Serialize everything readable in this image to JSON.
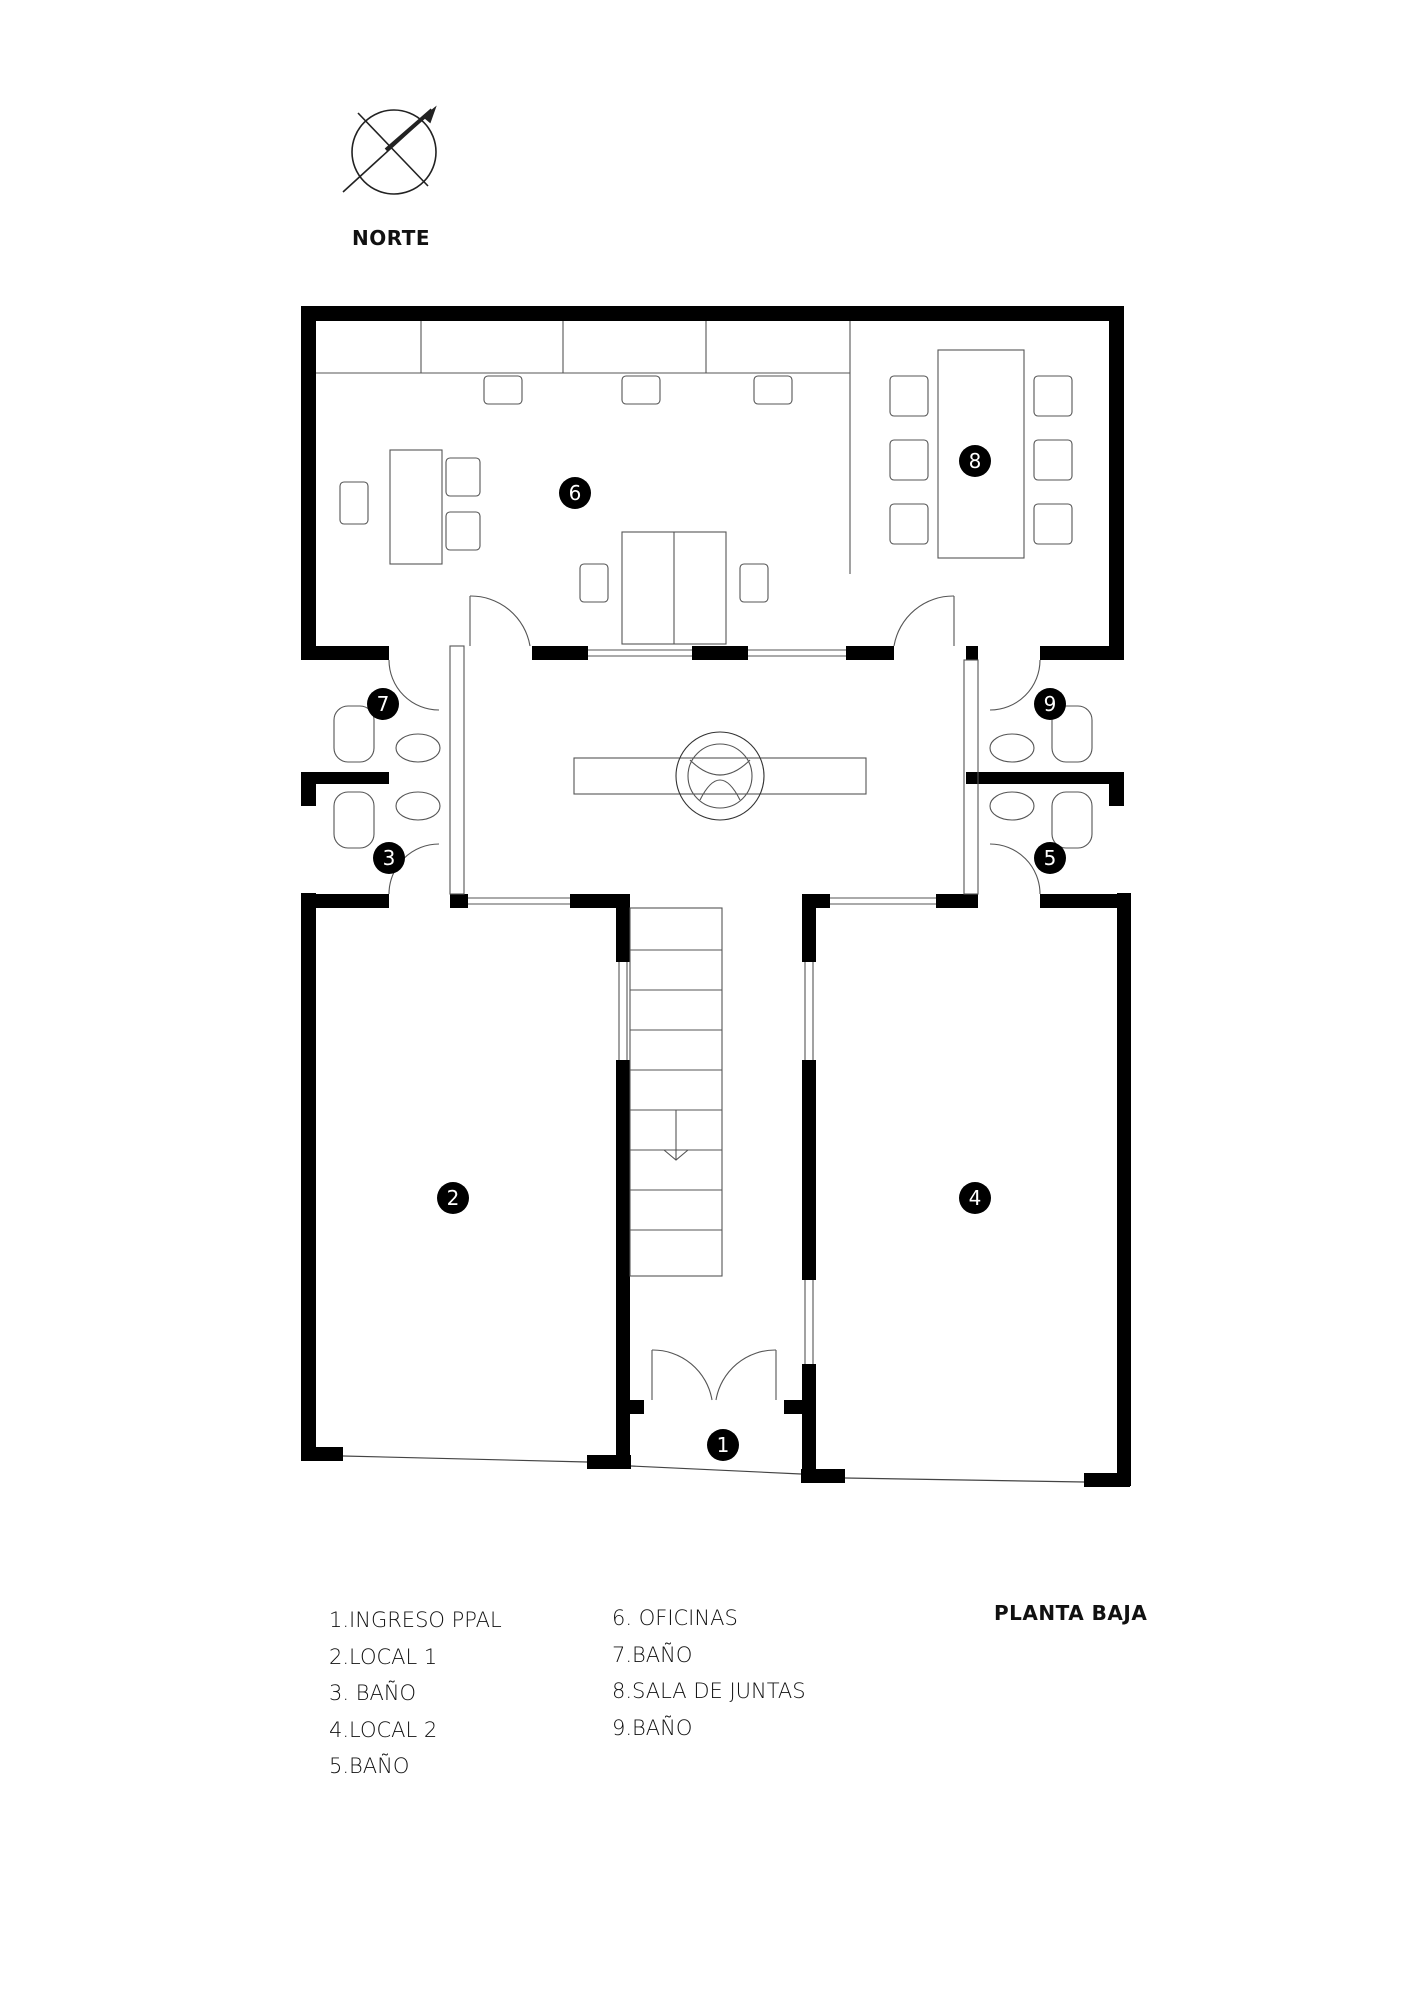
{
  "compass": {
    "label": "NORTE"
  },
  "title": "PLANTA BAJA",
  "legend": {
    "col1": [
      "1.INGRESO PPAL",
      "2.LOCAL 1",
      "3. BAÑO",
      "4.LOCAL 2",
      "5.BAÑO"
    ],
    "col2": [
      "6. OFICINAS",
      "7.BAÑO",
      "8.SALA DE JUNTAS",
      "9.BAÑO"
    ]
  },
  "rooms": [
    "1",
    "2",
    "3",
    "4",
    "5",
    "6",
    "7",
    "8",
    "9"
  ],
  "colors": {
    "wall": "#000000",
    "line": "#555555",
    "fill": "#ffffff"
  }
}
